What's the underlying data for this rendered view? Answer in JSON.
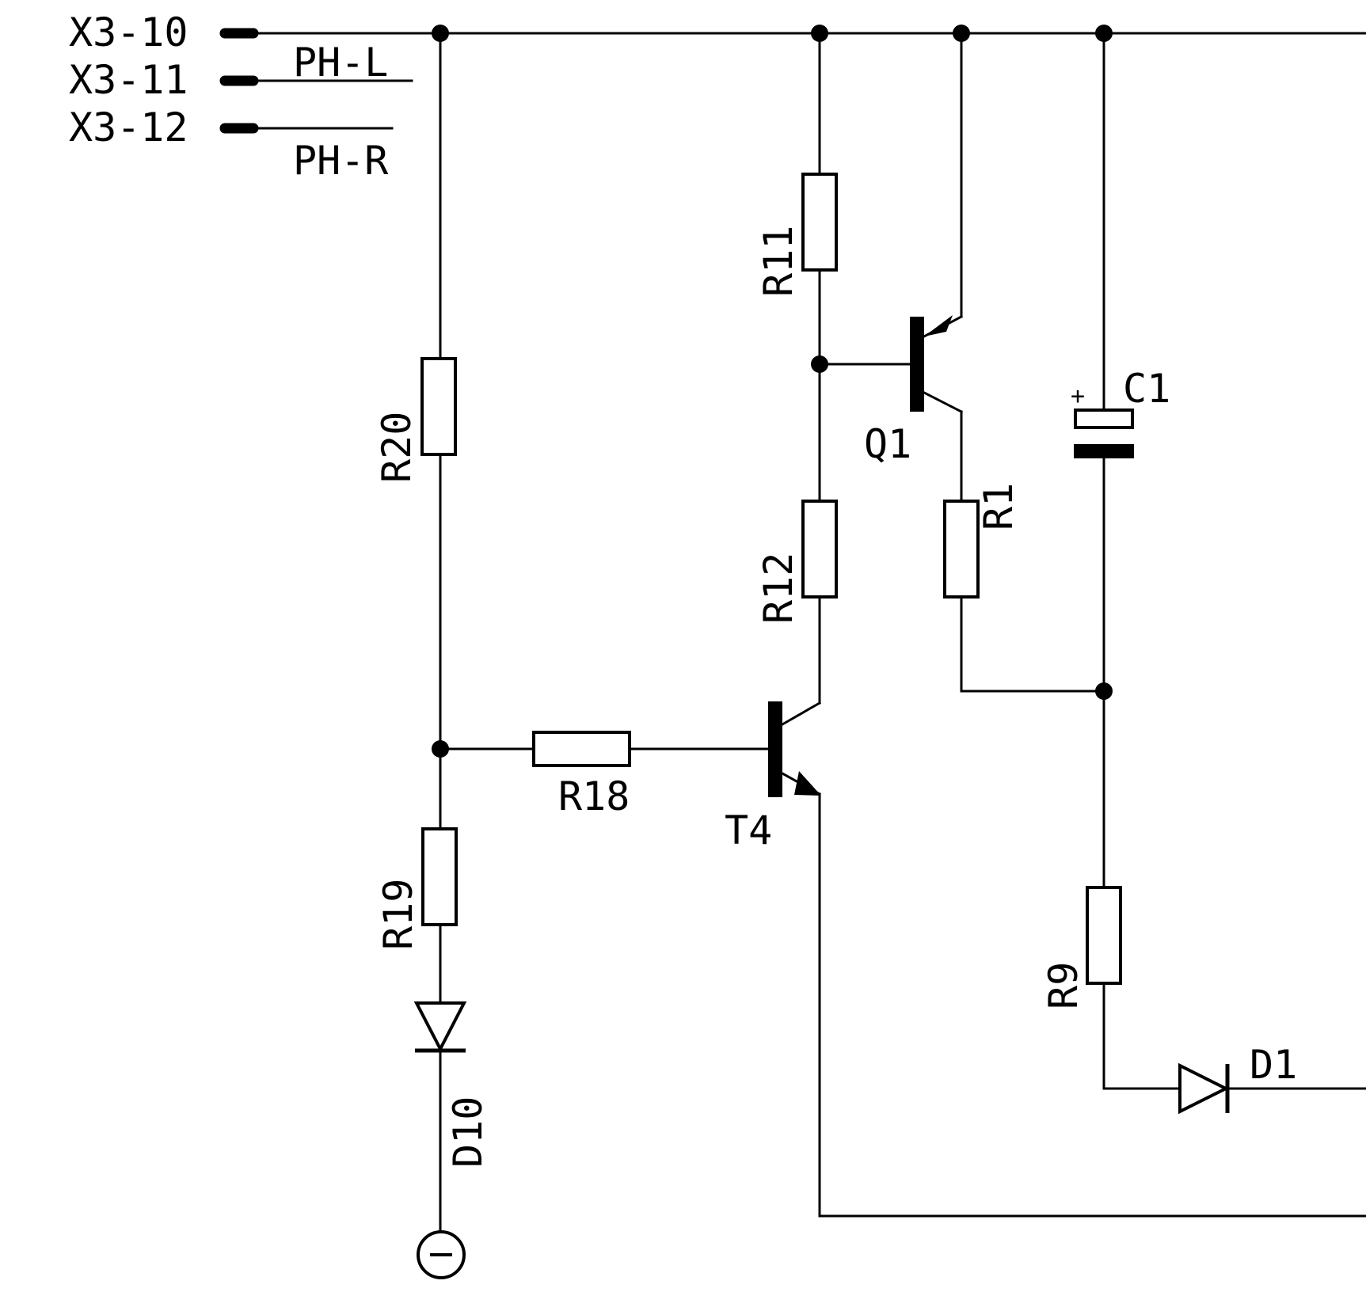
{
  "connector": {
    "pins": [
      "X3-10",
      "X3-11",
      "X3-12"
    ],
    "signal_left": "PH-L",
    "signal_right": "PH-R"
  },
  "components": {
    "R20": "R20",
    "R19": "R19",
    "R18": "R18",
    "R11": "R11",
    "R12": "R12",
    "R1": "R1",
    "R9": "R9",
    "C1": "C1",
    "C1_polarity": "+",
    "Q1": "Q1",
    "T4": "T4",
    "D10": "D10",
    "D1": "D1"
  },
  "ground_symbol": "minus-circle-icon"
}
